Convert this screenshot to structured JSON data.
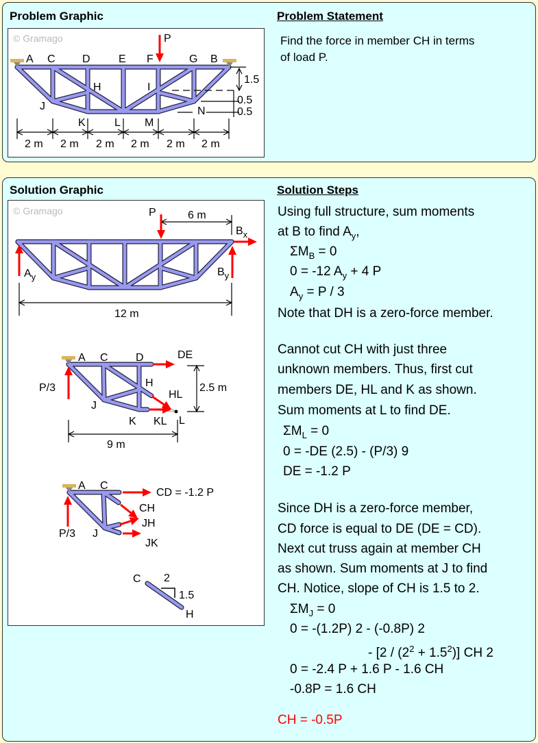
{
  "problem": {
    "graphic_title": "Problem Graphic",
    "statement_title": "Problem Statement",
    "statement_lines": [
      "Find the force in member CH in terms",
      "of load P."
    ],
    "watermark": "© Gramago",
    "load_label": "P",
    "node_labels": {
      "A": "A",
      "B": "B",
      "C": "C",
      "D": "D",
      "E": "E",
      "F": "F",
      "G": "G",
      "H": "H",
      "I": "I",
      "J": "J",
      "K": "K",
      "L": "L",
      "M": "M",
      "N": "N"
    },
    "spans": [
      "2 m",
      "2 m",
      "2 m",
      "2 m",
      "2 m",
      "2 m"
    ],
    "heights": [
      "1.5",
      "0.5",
      "0.5"
    ]
  },
  "solution": {
    "graphic_title": "Solution Graphic",
    "steps_title": "Solution Steps",
    "watermark": "© Gramago",
    "fbd1": {
      "P": "P",
      "dist_P": "6 m",
      "Bx": "B",
      "Bx_sub": "x",
      "By": "B",
      "By_sub": "y",
      "Ay": "A",
      "Ay_sub": "y",
      "span": "12 m"
    },
    "fbd2": {
      "A": "A",
      "C": "C",
      "D": "D",
      "H": "H",
      "J": "J",
      "K": "K",
      "L": "L",
      "DE": "DE",
      "HL": "HL",
      "KL": "KL",
      "load": "P/3",
      "height": "2.5 m",
      "span": "9 m"
    },
    "fbd3": {
      "A": "A",
      "C": "C",
      "J": "J",
      "CD": "CD = -1.2 P",
      "CH": "CH",
      "JH": "JH",
      "JK": "JK",
      "load": "P/3"
    },
    "slope": {
      "C": "C",
      "H": "H",
      "run": "2",
      "rise": "1.5"
    },
    "steps": [
      [
        [
          "Using full structure, sum moments",
          ""
        ]
      ],
      [
        [
          "at B to find A",
          ""
        ],
        [
          "y",
          "sub"
        ],
        [
          ",",
          ""
        ]
      ],
      [
        [
          "ΣM",
          ""
        ],
        [
          "B",
          "sub"
        ],
        [
          " = 0",
          ""
        ]
      ],
      [
        [
          "0 = -12 A",
          ""
        ],
        [
          "y",
          "sub"
        ],
        [
          " + 4 P",
          ""
        ]
      ],
      [
        [
          "A",
          ""
        ],
        [
          "y",
          "sub"
        ],
        [
          " = P / 3",
          ""
        ]
      ],
      [
        [
          "Note that DH is a zero-force member.",
          ""
        ]
      ],
      [
        [
          "Cannot cut CH with just three",
          ""
        ]
      ],
      [
        [
          "unknown members. Thus, first cut",
          ""
        ]
      ],
      [
        [
          "members DE, HL and K as shown.",
          ""
        ]
      ],
      [
        [
          "Sum moments at L to find DE.",
          ""
        ]
      ],
      [
        [
          "ΣM",
          ""
        ],
        [
          "L",
          "sub"
        ],
        [
          " = 0",
          ""
        ]
      ],
      [
        [
          "0 = -DE (2.5) - (P/3) 9",
          ""
        ]
      ],
      [
        [
          "DE = -1.2 P",
          ""
        ]
      ],
      [
        [
          "Since DH is a zero-force member,",
          ""
        ]
      ],
      [
        [
          "CD force is equal to DE (DE = CD).",
          ""
        ]
      ],
      [
        [
          "Next cut truss again at member CH",
          ""
        ]
      ],
      [
        [
          "as shown. Sum moments at J to find",
          ""
        ]
      ],
      [
        [
          "CH. Notice, slope of CH is 1.5 to 2.",
          ""
        ]
      ],
      [
        [
          "ΣM",
          ""
        ],
        [
          "J",
          "sub"
        ],
        [
          " = 0",
          ""
        ]
      ],
      [
        [
          "0 = -(1.2P) 2 - (-0.8P) 2",
          ""
        ]
      ],
      [
        [
          "- [2 / (2",
          ""
        ],
        [
          "2",
          "sup"
        ],
        [
          " + 1.5",
          ""
        ],
        [
          "2",
          "sup"
        ],
        [
          ")] CH 2",
          ""
        ]
      ],
      [
        [
          "0 = -2.4 P + 1.6 P - 1.6 CH",
          ""
        ]
      ],
      [
        [
          "-0.8P = 1.6 CH",
          ""
        ]
      ],
      [
        [
          "CH = -0.5P",
          ""
        ]
      ]
    ]
  },
  "colors": {
    "panel": "#dcffff",
    "page": "#fffbd2",
    "member": "#9999ee",
    "force": "#ff0000",
    "answer": "#ff0000"
  }
}
